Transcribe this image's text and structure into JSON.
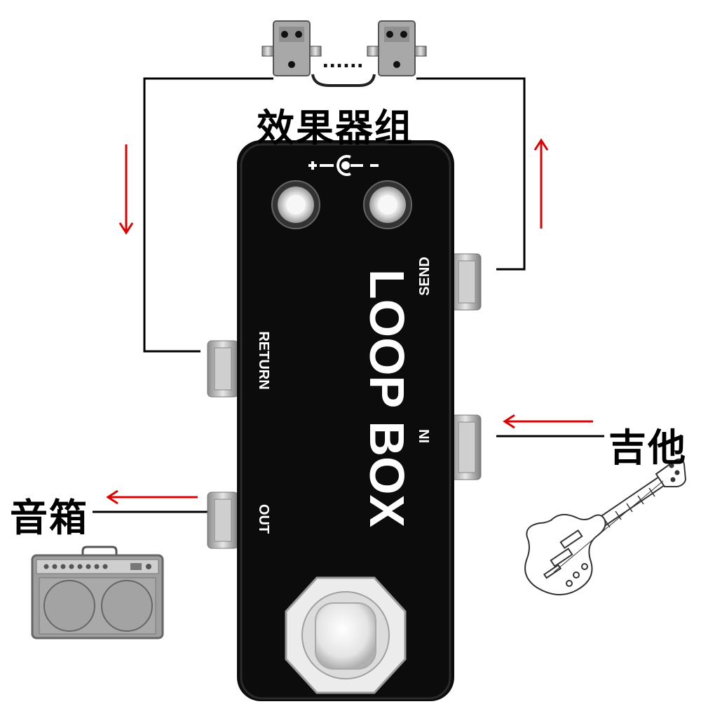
{
  "labels": {
    "effects_chain": "效果器组",
    "amplifier": "音箱",
    "guitar": "吉他",
    "chain_dots": "......"
  },
  "pedal": {
    "brand_text": "LOOP BOX",
    "jack_send": "SEND",
    "jack_return": "RETURN",
    "jack_in": "IN",
    "jack_out": "OUT",
    "power_symbol": "+-●-"
  },
  "colors": {
    "arrow": "#e00000",
    "line": "#000000",
    "pedal_body": "#0c0c0c",
    "jack_metal": "#b9b9b9",
    "amp_body": "#9a9a9a"
  },
  "icons": {
    "effect_pedal": "effect-pedal-icon",
    "amplifier": "amplifier-icon",
    "guitar": "electric-guitar-icon",
    "arrow": "arrow-icon"
  }
}
